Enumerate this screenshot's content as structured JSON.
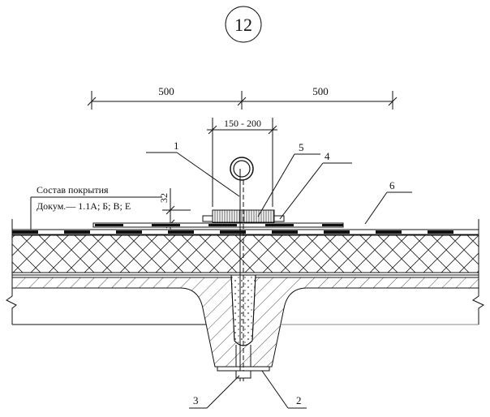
{
  "detail_number": "12",
  "dimensions": {
    "left_span": "500",
    "right_span": "500",
    "plate_width": "150 - 200",
    "height": "32"
  },
  "roof_note": {
    "line1": "Состав покрытия",
    "line2": "Докум.— 1.1А; Б; В; Е"
  },
  "callouts": [
    "1",
    "2",
    "3",
    "4",
    "5",
    "6"
  ]
}
